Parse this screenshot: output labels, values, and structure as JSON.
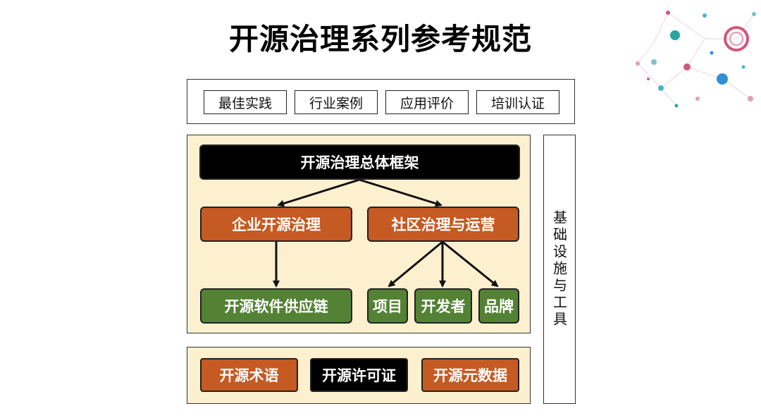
{
  "title": "开源治理系列参考规范",
  "top_items": [
    "最佳实践",
    "行业案例",
    "应用评价",
    "培训认证"
  ],
  "framework": {
    "root": "开源治理总体框架",
    "enterprise": "企业开源治理",
    "community": "社区治理与运营",
    "supply_chain": "开源软件供应链",
    "project": "项目",
    "developer": "开发者",
    "brand": "品牌"
  },
  "bottom_items": [
    "开源术语",
    "开源许可证",
    "开源元数据"
  ],
  "sidebar": "基础设施与工具",
  "colors": {
    "panel": "#fdf0cf",
    "orange": "#c55a22",
    "green": "#548235",
    "black": "#000000"
  }
}
